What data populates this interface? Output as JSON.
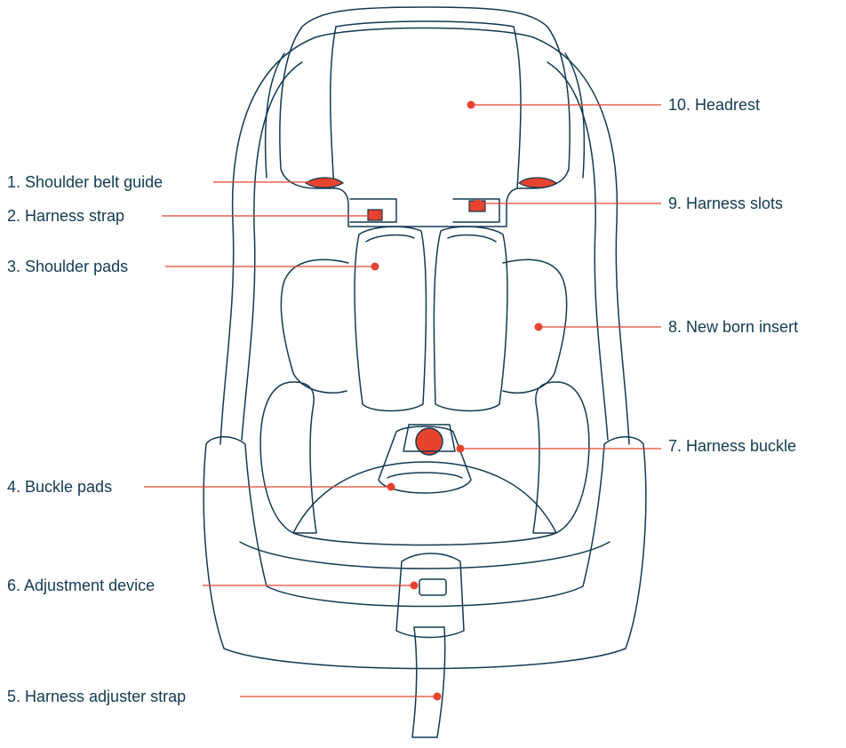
{
  "colors": {
    "outline": "#123a52",
    "accent": "#e8432f",
    "text": "#123a52",
    "background": "#ffffff"
  },
  "callouts": [
    {
      "id": "shoulder-belt-guide",
      "text": "1. Shoulder belt guide"
    },
    {
      "id": "harness-strap",
      "text": "2. Harness strap"
    },
    {
      "id": "shoulder-pads",
      "text": "3. Shoulder pads"
    },
    {
      "id": "buckle-pads",
      "text": "4. Buckle pads"
    },
    {
      "id": "harness-adjuster-strap",
      "text": "5. Harness adjuster strap"
    },
    {
      "id": "adjustment-device",
      "text": "6. Adjustment device"
    },
    {
      "id": "harness-buckle",
      "text": "7. Harness buckle"
    },
    {
      "id": "new-born-insert",
      "text": "8. New born insert"
    },
    {
      "id": "harness-slots",
      "text": "9. Harness slots"
    },
    {
      "id": "headrest",
      "text": "10. Headrest"
    }
  ]
}
